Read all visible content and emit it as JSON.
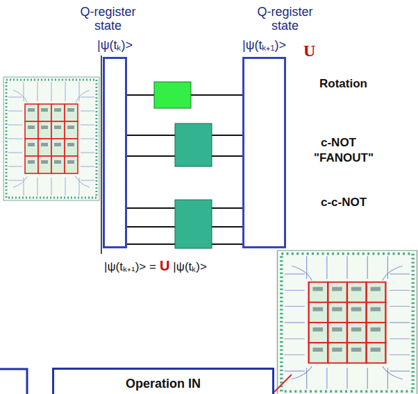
{
  "diagram": {
    "nodes": [
      {
        "text": [
          "Q-register state",
          "|ψ(tₖ)>"
        ]
      },
      {
        "text": [
          "Q-register state",
          "|ψ(tₖ₊₁)>"
        ]
      },
      {
        "text": [
          "Operation IN"
        ]
      }
    ],
    "edges": [
      {
        "from": 0,
        "to": 1,
        "arrow": "none"
      },
      {
        "from": 0,
        "to": 1,
        "arrow": "none"
      },
      {
        "from": 0,
        "to": 1,
        "arrow": "none"
      },
      {
        "from": 0,
        "to": 1,
        "arrow": "none"
      },
      {
        "from": 0,
        "to": 1,
        "arrow": "none"
      },
      {
        "from": 0,
        "to": 1,
        "arrow": "none"
      }
    ],
    "labels": [
      "U",
      "Rotation",
      "c-NOT",
      "\"FANOUT\"",
      "c-c-NOT",
      "|ψ(tₖ₊₁)> =",
      "U",
      "|ψ(tₖ)>"
    ]
  }
}
